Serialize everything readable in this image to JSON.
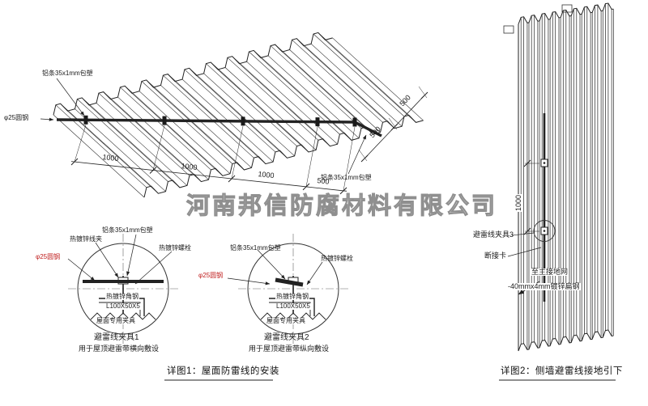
{
  "watermark": "河南邦信防腐材料有限公司",
  "colors": {
    "line": "#222222",
    "red": "#c02020",
    "watermark": "#9a9a9a"
  },
  "roof": {
    "strip_label": "铝条35x1mm包塑",
    "strip_label_right": "铝条35x1mm包塑",
    "round_steel_label": "φ25圆钢",
    "dims_bottom": [
      "1000",
      "1000",
      "1000",
      "500"
    ],
    "dims_right": [
      "500",
      "500"
    ]
  },
  "detail1": {
    "title": "避雷线夹具1",
    "subtitle": "用于屋顶避雷带横向敷设",
    "labels": {
      "wire_clamp": "热镀锌线夹",
      "strip": "铝条35x1mm包塑",
      "bolt": "热镀锌螺栓",
      "round_steel": "φ25圆钢",
      "angle_steel": "热镀锌角钢",
      "angle_spec": "L100X50X5",
      "roof_clamp": "屋面专用夹具"
    }
  },
  "detail2": {
    "title": "避雷线夹具2",
    "subtitle": "用于屋顶避雷带纵向敷设",
    "labels": {
      "strip": "铝条35x1mm包塑",
      "bolt": "热镀锌螺栓",
      "round_steel": "φ25圆钢",
      "angle_steel": "热镀锌角钢",
      "angle_spec": "L100X50X5",
      "roof_clamp": "屋面专用夹具"
    }
  },
  "wall": {
    "dim": "1000",
    "clamp_label": "避雷线夹具3",
    "disconnect_label": "断接卡",
    "ground_label": "至主接地网",
    "flat_steel_label": "-40mmx4mm镀锌扁钢"
  },
  "captions": {
    "detail1": "详图1：屋面防雷线的安装",
    "detail2": "详图2：侧墙避雷线接地引下"
  }
}
